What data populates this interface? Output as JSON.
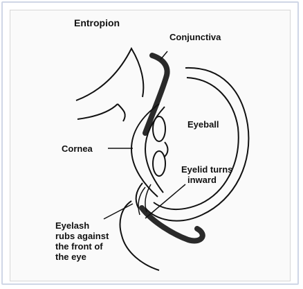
{
  "diagram": {
    "title": "Entropion",
    "labels": {
      "conjunctiva": "Conjunctiva",
      "eyeball": "Eyeball",
      "cornea": "Cornea",
      "eyelid_turns_inward_1": "Eyelid turns",
      "eyelid_turns_inward_2": "inward",
      "eyelash_1": "Eyelash",
      "eyelash_2": "rubs against",
      "eyelash_3": "the front of",
      "eyelash_4": "the eye"
    }
  },
  "colors": {
    "frame_border": "#cfd6e6",
    "panel_border": "#d7d7d7",
    "ink": "#111111",
    "conjunctiva_band": "#2a2a2a"
  }
}
